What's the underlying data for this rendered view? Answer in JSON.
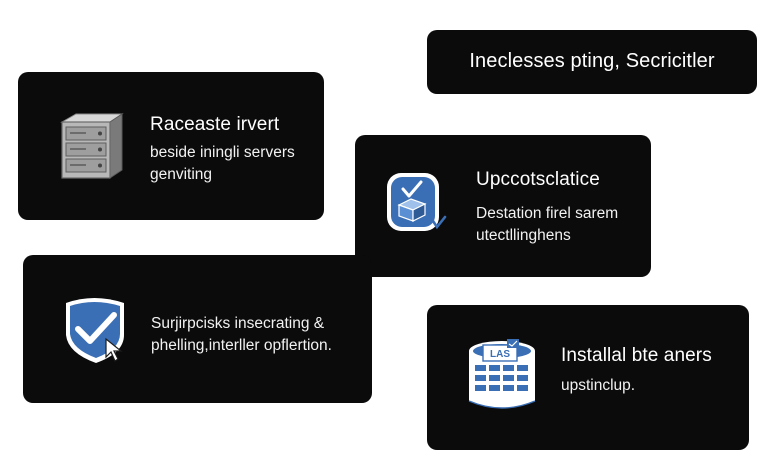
{
  "header": {
    "title": "Ineclesses pting, Secricitler"
  },
  "cards": [
    {
      "id": "server",
      "icon": "server-icon",
      "title": "Raceaste irvert",
      "lines": [
        "beside iningli servers",
        "genviting"
      ]
    },
    {
      "id": "update",
      "icon": "package-check-icon",
      "title": "Upccotsclatice",
      "lines": [
        "Destation firel sarem",
        "utectllinghens"
      ]
    },
    {
      "id": "security",
      "icon": "shield-check-icon",
      "title": "",
      "lines": [
        "Surjirpcisks insecrating &",
        "phelling,interller opflertion."
      ]
    },
    {
      "id": "install",
      "icon": "database-icon",
      "title": "Installal bte aners",
      "lines": [
        "upstinclup."
      ],
      "icon_label": "LAS"
    }
  ],
  "colors": {
    "card_bg": "#0b0b0b",
    "icon_blue": "#3b6fb5",
    "icon_grey": "#9a9a9a"
  }
}
